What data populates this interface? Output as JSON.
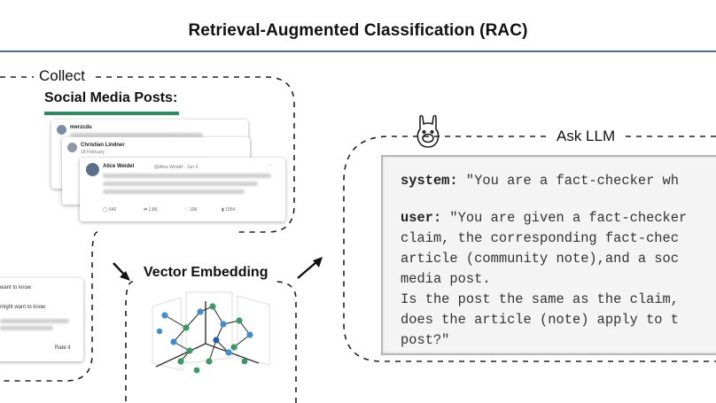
{
  "title": "Retrieval-Augmented Classification (RAC)",
  "collect": {
    "label": "Collect",
    "posts_label": "Social Media Posts:",
    "post_cards": [
      {
        "user": "merzcdu"
      },
      {
        "user": "Christian Lindner",
        "date": "18 February"
      },
      {
        "user": "Alice Weidel",
        "handle": "@Alice Weidel · Jun 3",
        "stats": {
          "comments": "640",
          "reposts": "1,8K",
          "likes": "10K",
          "views": "195K"
        }
      }
    ],
    "menu": {
      "item_1": "want to know",
      "item_2": "might want to know",
      "rate": "Rate it"
    }
  },
  "vector": {
    "label": "Vector Embedding"
  },
  "ask_llm": {
    "label": "Ask LLM",
    "lines": [
      {
        "role": "system:",
        "text": " \"You are a fact-checker wh"
      },
      {
        "role": "user:",
        "text": " \"You are given a fact-checker"
      },
      {
        "role": "",
        "text": "claim, the corresponding fact-chec"
      },
      {
        "role": "",
        "text": "article (community note),and a soc"
      },
      {
        "role": "",
        "text": "media post."
      },
      {
        "role": "",
        "text": "Is the post the same as the claim,"
      },
      {
        "role": "",
        "text": "does the article (note) apply to t"
      },
      {
        "role": "",
        "text": "post?\""
      }
    ]
  },
  "colors": {
    "accent_blue": "#4a6fa0",
    "underline_green": "#2f8a5f",
    "node_blue": "#3d8fd4",
    "node_green": "#3a9a66"
  }
}
